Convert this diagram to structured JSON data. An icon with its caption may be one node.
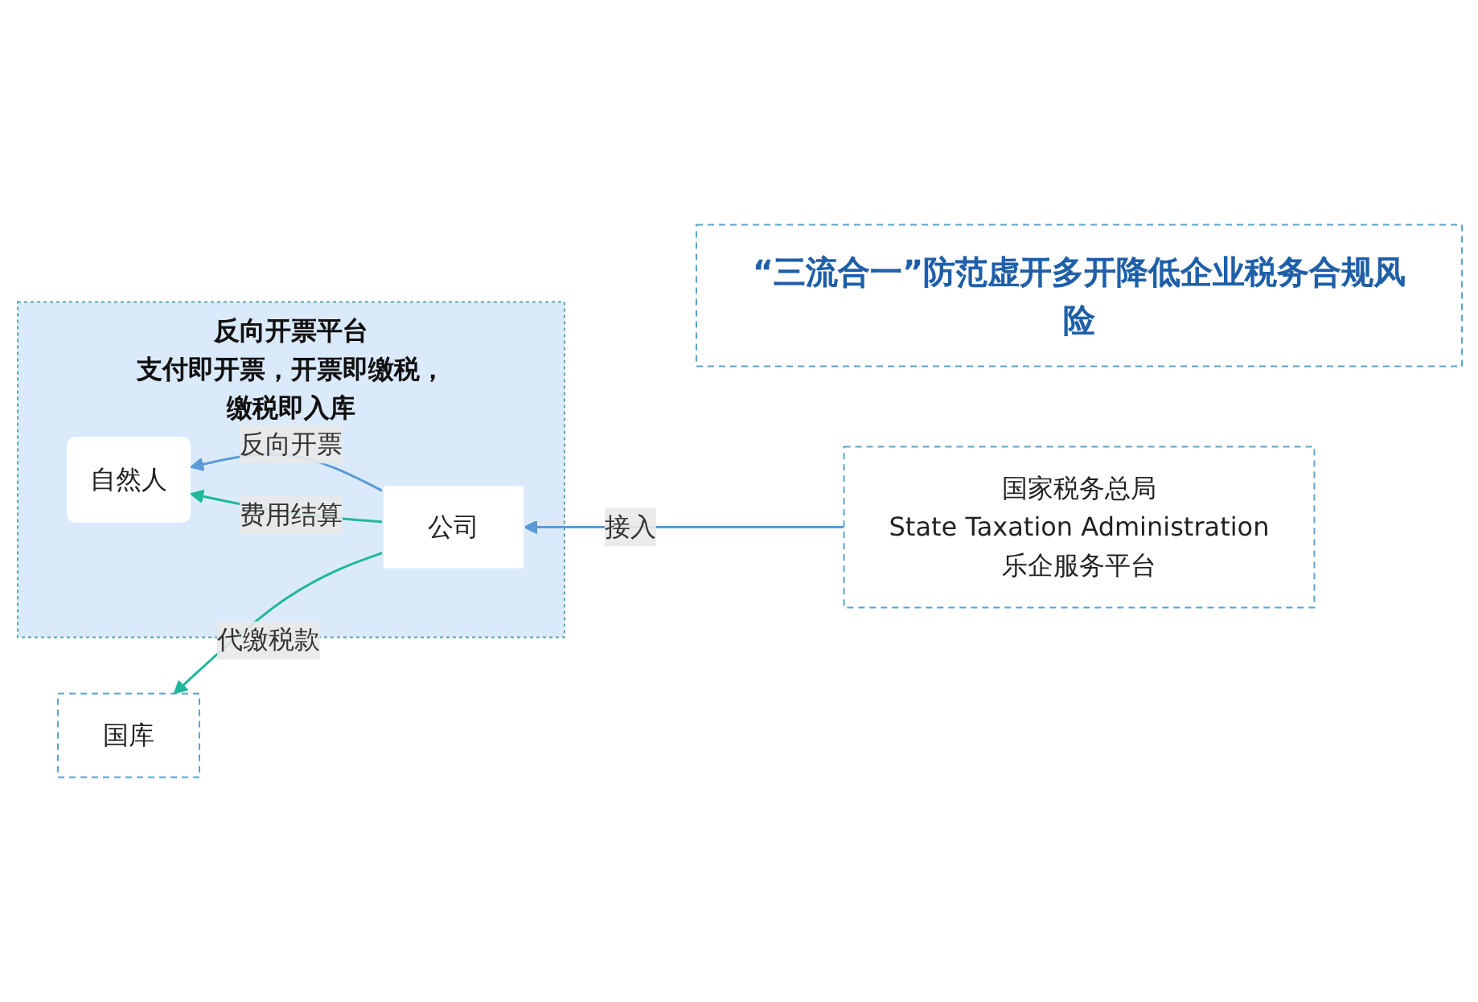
{
  "diagram": {
    "nodes": [
      {
        "text": [
          "“三流合一”防范虚开多开降低企业税务合规风险"
        ]
      },
      {
        "text": [
          "国家税务总局",
          "State Taxation Administration",
          "乐企服务平台"
        ]
      },
      {
        "text": [
          "反向开票平台",
          "支付即开票，开票即缴税，缴税即入库"
        ]
      },
      {
        "text": [
          "自然人"
        ],
        "in": 2
      },
      {
        "text": [
          "公司"
        ],
        "in": 2
      },
      {
        "text": [
          "国库"
        ]
      }
    ],
    "edges": [
      {
        "from": 1,
        "to": 4,
        "arrow": "to",
        "label": "接入",
        "color": "#5b9bd5"
      },
      {
        "from": 4,
        "to": 3,
        "arrow": "to",
        "label": "反向开票",
        "color": "#5b9bd5"
      },
      {
        "from": 4,
        "to": 3,
        "arrow": "to",
        "label": "费用结算",
        "color": "#1fb89a"
      },
      {
        "from": 4,
        "to": 5,
        "arrow": "to",
        "label": "代缴税款",
        "color": "#1fb89a"
      }
    ]
  }
}
